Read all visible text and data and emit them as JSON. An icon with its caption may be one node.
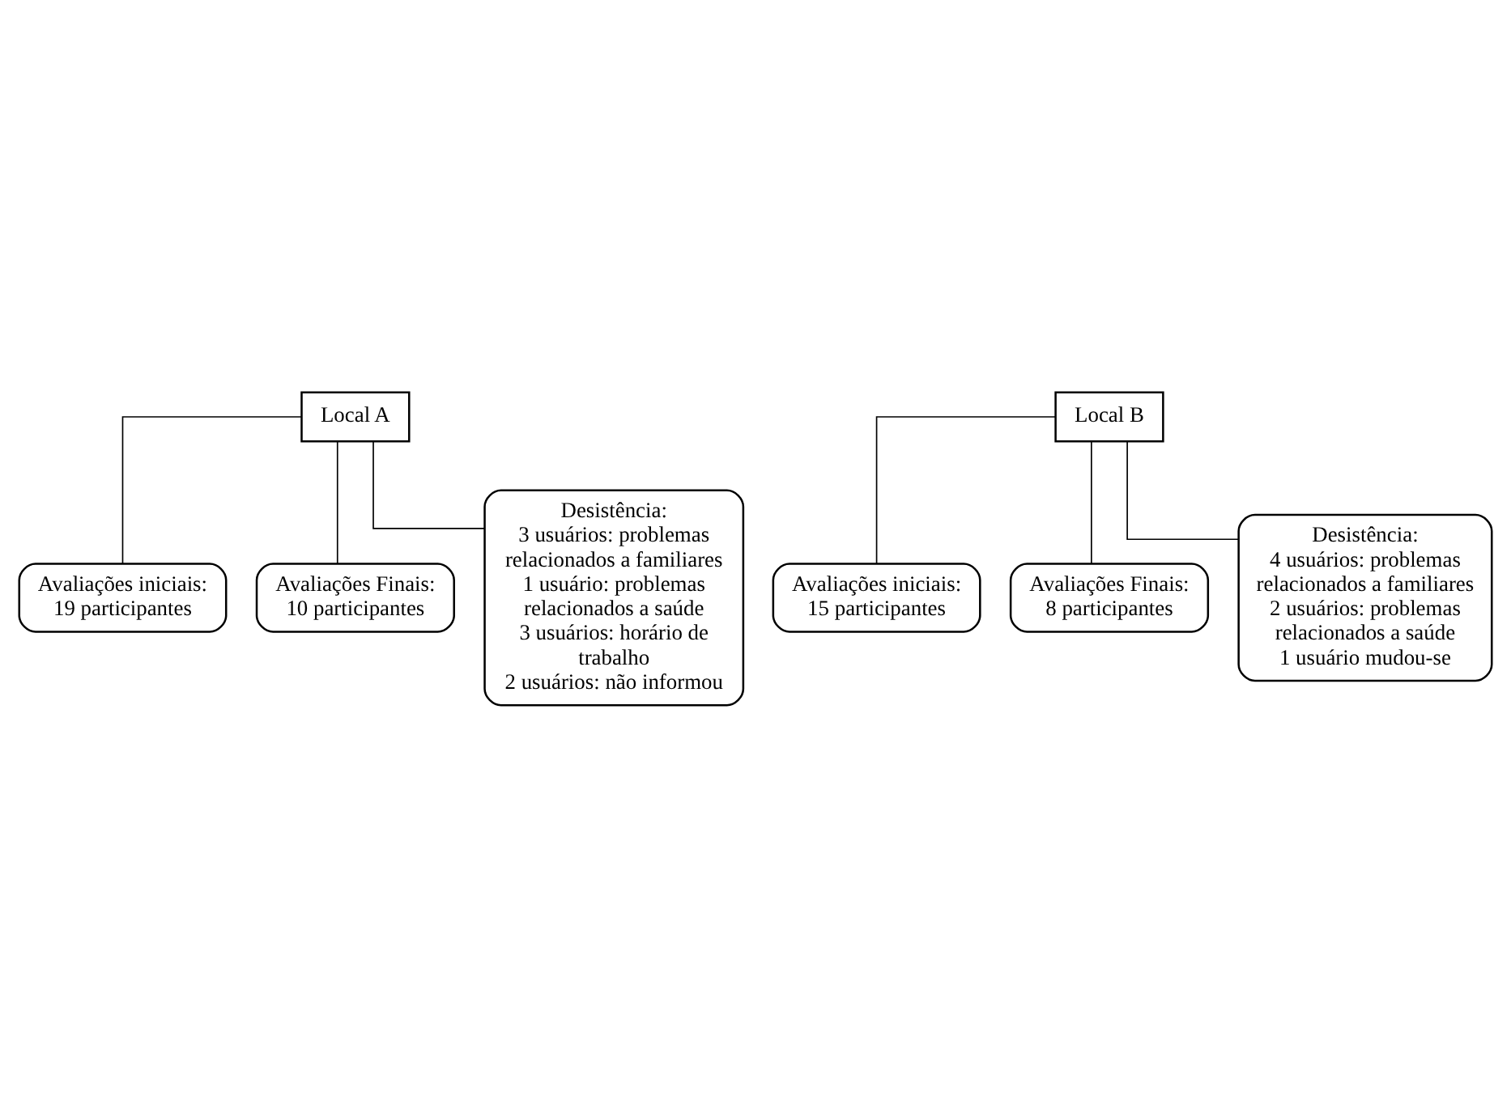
{
  "diagram": {
    "nodes": [
      {
        "text": [
          "Local A"
        ]
      },
      {
        "text": [
          "Avaliações iniciais:",
          "19 participantes"
        ]
      },
      {
        "text": [
          "Avaliações Finais:",
          "10 participantes"
        ]
      },
      {
        "text": [
          "Desistência:",
          "3 usuários: problemas relacionados a familiares",
          "1 usuário: problemas relacionados a saúde",
          "3 usuários: horário de trabalho",
          "2 usuários: não informou"
        ]
      },
      {
        "text": [
          "Local B"
        ]
      },
      {
        "text": [
          "Avaliações iniciais:",
          "15 participantes"
        ]
      },
      {
        "text": [
          "Avaliações Finais:",
          "8 participantes"
        ]
      },
      {
        "text": [
          "Desistência:",
          "4 usuários: problemas relacionados a familiares",
          "2 usuários: problemas relacionados a saúde",
          "1 usuário mudou-se"
        ]
      }
    ],
    "edges": [
      {
        "from": 0,
        "to": 1,
        "arrow": "none"
      },
      {
        "from": 0,
        "to": 2,
        "arrow": "none"
      },
      {
        "from": 0,
        "to": 3,
        "arrow": "none"
      },
      {
        "from": 4,
        "to": 5,
        "arrow": "none"
      },
      {
        "from": 4,
        "to": 6,
        "arrow": "none"
      },
      {
        "from": 4,
        "to": 7,
        "arrow": "none"
      }
    ]
  }
}
